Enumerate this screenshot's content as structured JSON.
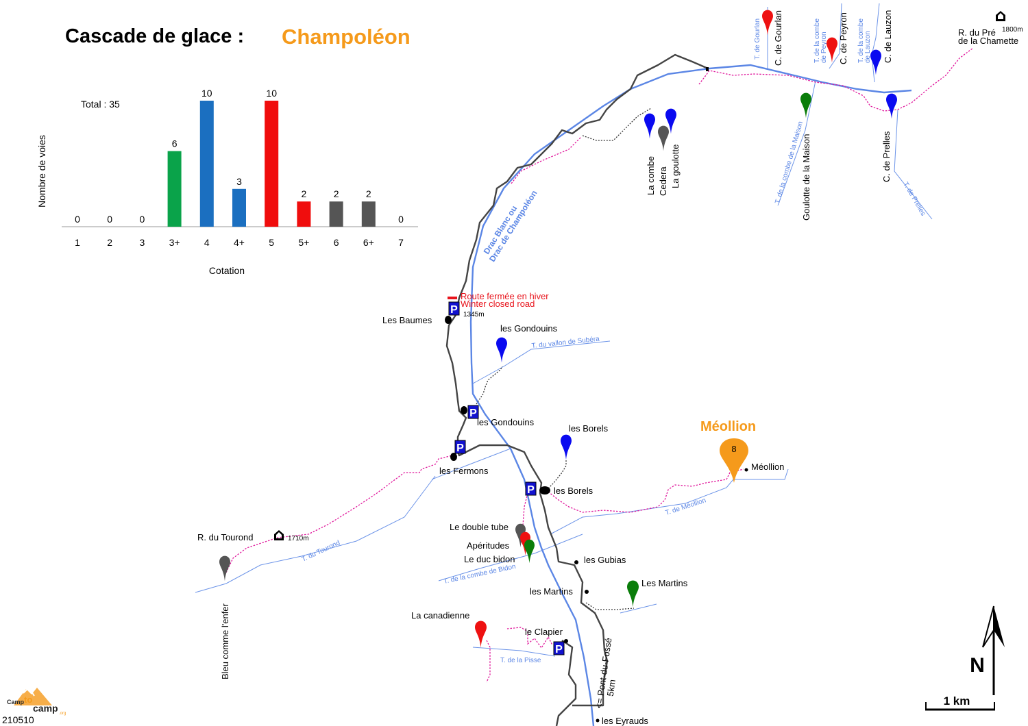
{
  "title": {
    "main": "Cascade de glace :",
    "sub": "Champoléon"
  },
  "chart_data": {
    "type": "bar",
    "total_label": "Total : 35",
    "ylabel": "Nombre de voies",
    "xlabel": "Cotation",
    "categories": [
      "1",
      "2",
      "3",
      "3+",
      "4",
      "4+",
      "5",
      "5+",
      "6",
      "6+",
      "7"
    ],
    "values": [
      0,
      0,
      0,
      6,
      10,
      3,
      10,
      2,
      2,
      2,
      0
    ],
    "colors": [
      "#555555",
      "#555555",
      "#555555",
      "#0aa34a",
      "#1b6fc0",
      "#1b6fc0",
      "#f00d0d",
      "#f00d0d",
      "#555555",
      "#555555",
      "#555555"
    ],
    "ylim": [
      0,
      10
    ]
  },
  "places": {
    "les_baumes": "Les Baumes",
    "gondouins_village": "les Gondouins",
    "gondouins_parking": "les Gondouins",
    "les_fermons": "les Fermons",
    "borels_village": "les Borels",
    "borels_route": "les Borels",
    "les_gubias": "les Gubias",
    "les_martins": "les Martins",
    "le_clapier": "le Clapier",
    "les_eyrauds": "les Eyrauds",
    "meollion_village": "Méollion"
  },
  "road": {
    "closed_fr": "Route fermée en hiver",
    "closed_en": "Winter closed road",
    "parking_altitude": "1345m",
    "pont_du_fosse_1": "<= Pont-du-Fossé",
    "pont_du_fosse_2": "5km"
  },
  "river": {
    "line1": "Drac Blanc ou",
    "line2": "Drac de Champoléon"
  },
  "streams": {
    "subera": "T. du vallon de Subéra",
    "tourond": "T. du Tourond",
    "meollion": "T. de Méollion",
    "bidon": "T. de la combe de Bidon",
    "pisse": "T. de la Pisse",
    "gourlan": "T. de Gourlan",
    "peyron_1": "T. de la combe",
    "peyron_2": "de Peyron",
    "lauzon_1": "T. de la combe",
    "lauzon_2": "de Lauzon",
    "maison": "T. de la combe de la Maison",
    "prelles": "T. de Prelles"
  },
  "huts": {
    "tourond_name": "R. du Tourond",
    "tourond_alt": "1710m",
    "chamette_name_1": "R. du Pré",
    "chamette_name_2": "de la Chamette",
    "chamette_alt": "1800m"
  },
  "routes": {
    "bleu_enfer": "Bleu comme l'enfer",
    "double_tube": "Le double tube",
    "aperitudes": "Apéritudes",
    "duc_bidon": "Le duc bidon",
    "les_martins": "Les Martins",
    "la_canadienne": "La canadienne",
    "la_combe": "La combe",
    "cedera": "Cedera",
    "la_goulotte": "La goulotte",
    "goulotte_maison": "Goulotte de la Maison",
    "c_gourlan": "C. de Gourlan",
    "c_peyron": "C. de  Peyron",
    "c_lauzon": "C. de  Lauzon",
    "c_prelles": "C. de Prelles"
  },
  "meollion": {
    "sector_title": "Méollion",
    "count": "8"
  },
  "scale": {
    "label": "1 km",
    "north": "N"
  },
  "logo": {
    "text_1": "Camp",
    "text_2": "to",
    "text_3": "camp",
    "text_4": ".org"
  },
  "code": "210510",
  "marker_colors": {
    "blue": "#0a0af0",
    "red": "#ee1111",
    "green": "#0a7d0a",
    "grey": "#555555",
    "orange": "#f59a1b"
  }
}
